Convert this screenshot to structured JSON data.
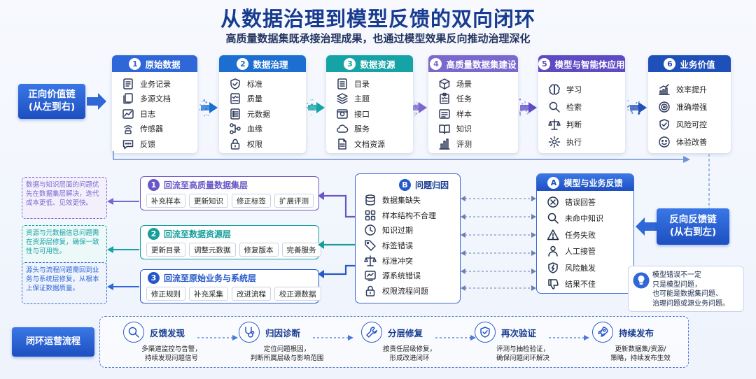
{
  "title": "从数据治理到模型反馈的双向闭环",
  "subtitle": "高质量数据集既承接治理成果，也通过模型效果反向推动治理深化",
  "forward_label": {
    "line1": "正向价值链",
    "line2": "(从左到右)"
  },
  "reverse_label": {
    "line1": "反向反馈链",
    "line2": "(从右到左)"
  },
  "stages": [
    {
      "num": "1",
      "title": "原始数据",
      "color": "#2f67d8",
      "items": [
        {
          "icon": "document-icon",
          "label": "业务记录"
        },
        {
          "icon": "files-icon",
          "label": "多源文档"
        },
        {
          "icon": "chart-log-icon",
          "label": "日志"
        },
        {
          "icon": "sensor-icon",
          "label": "传感器"
        },
        {
          "icon": "chat-icon",
          "label": "反馈"
        }
      ]
    },
    {
      "num": "2",
      "title": "数据治理",
      "color": "#1c6fd0",
      "items": [
        {
          "icon": "shield-check-icon",
          "label": "标准"
        },
        {
          "icon": "quality-icon",
          "label": "质量"
        },
        {
          "icon": "metadata-icon",
          "label": "元数据"
        },
        {
          "icon": "lineage-icon",
          "label": "血缘"
        },
        {
          "icon": "lock-icon",
          "label": "权限"
        }
      ]
    },
    {
      "num": "3",
      "title": "数据资源",
      "color": "#16a3a6",
      "items": [
        {
          "icon": "catalog-icon",
          "label": "目录"
        },
        {
          "icon": "layers-icon",
          "label": "主题"
        },
        {
          "icon": "api-icon",
          "label": "接口"
        },
        {
          "icon": "cloud-service-icon",
          "label": "服务"
        },
        {
          "icon": "doc-resource-icon",
          "label": "文档资源"
        }
      ]
    },
    {
      "num": "4",
      "title": "高质量数据集建设",
      "color": "#7a68cf",
      "items": [
        {
          "icon": "cube-icon",
          "label": "场景"
        },
        {
          "icon": "task-icon",
          "label": "任务"
        },
        {
          "icon": "sample-icon",
          "label": "样本"
        },
        {
          "icon": "book-icon",
          "label": "知识"
        },
        {
          "icon": "bar-chart-icon",
          "label": "评测"
        }
      ]
    },
    {
      "num": "5",
      "title": "模型与智能体应用",
      "color": "#5e4bc4",
      "items": [
        {
          "icon": "brain-icon",
          "label": "学习"
        },
        {
          "icon": "search-icon",
          "label": "检索"
        },
        {
          "icon": "scale-icon",
          "label": "判断"
        },
        {
          "icon": "gear-icon",
          "label": "执行"
        }
      ]
    },
    {
      "num": "6",
      "title": "业务价值",
      "color": "#1f4fb8",
      "items": [
        {
          "icon": "trend-up-icon",
          "label": "效率提升"
        },
        {
          "icon": "target-icon",
          "label": "准确增强"
        },
        {
          "icon": "shield-icon",
          "label": "风险可控"
        },
        {
          "icon": "smile-icon",
          "label": "体验改善"
        }
      ]
    }
  ],
  "backflows": [
    {
      "num": "1",
      "title": "回流至高质量数据集层",
      "color": "#6a57c6",
      "tags": [
        "补充样本",
        "更新知识",
        "修正标签",
        "扩展评测"
      ],
      "note": "数据与知识层面的问题优先在数据集层解决，迭代成本更低、见效更快。"
    },
    {
      "num": "2",
      "title": "回流至数据资源层",
      "color": "#169e9a",
      "tags": [
        "更新目录",
        "调整元数据",
        "修复版本",
        "完善服务"
      ],
      "note": "资源与元数据信息问题需在资源层修复，确保一致性与可用性。"
    },
    {
      "num": "3",
      "title": "回流至原始业务与系统层",
      "color": "#2458c8",
      "tags": [
        "修正规则",
        "补充采集",
        "改进流程",
        "校正源数据"
      ],
      "note": "源头与流程问题需回到业务与系统层修复，从根本上保证数据质量。"
    }
  ],
  "attribution": {
    "badge": "B",
    "title": "问题归因",
    "items": [
      {
        "icon": "database-icon",
        "label": "数据集缺失"
      },
      {
        "icon": "grid-icon",
        "label": "样本结构不合理"
      },
      {
        "icon": "clock-icon",
        "label": "知识过期"
      },
      {
        "icon": "tag-error-icon",
        "label": "标签错误"
      },
      {
        "icon": "scale-icon",
        "label": "标准冲突"
      },
      {
        "icon": "source-error-icon",
        "label": "源系统错误"
      },
      {
        "icon": "lock-icon",
        "label": "权限流程问题"
      }
    ]
  },
  "feedback": {
    "badge": "A",
    "title": "模型与业务反馈",
    "items": [
      {
        "icon": "close-circle-icon",
        "label": "错误回答"
      },
      {
        "icon": "search-icon",
        "label": "未命中知识"
      },
      {
        "icon": "warning-icon",
        "label": "任务失败"
      },
      {
        "icon": "person-icon",
        "label": "人工接管"
      },
      {
        "icon": "shield-bolt-icon",
        "label": "风险触发"
      },
      {
        "icon": "thumb-down-icon",
        "label": "结果不佳"
      }
    ]
  },
  "insight": {
    "lines": [
      "模型错误不一定",
      "只是模型问题，",
      "也可能是数据集问题、",
      "治理问题或源业务问题。"
    ]
  },
  "loop": {
    "label": "闭环运营流程",
    "steps": [
      {
        "icon": "search-doc-icon",
        "title": "反馈发现",
        "desc": [
          "多渠道监控与告警，",
          "持续发现问题信号"
        ]
      },
      {
        "icon": "stethoscope-icon",
        "title": "归因诊断",
        "desc": [
          "定位问题根因，",
          "判断所属层级与影响范围"
        ]
      },
      {
        "icon": "wrench-icon",
        "title": "分层修复",
        "desc": [
          "按责任层级修复，",
          "形成改进闭环"
        ]
      },
      {
        "icon": "shield-check-icon",
        "title": "再次验证",
        "desc": [
          "评测与抽检验证，",
          "确保问题闭环解决"
        ]
      },
      {
        "icon": "rocket-icon",
        "title": "持续发布",
        "desc": [
          "更新数据集/资源/",
          "策略，持续发布生效"
        ]
      }
    ]
  }
}
